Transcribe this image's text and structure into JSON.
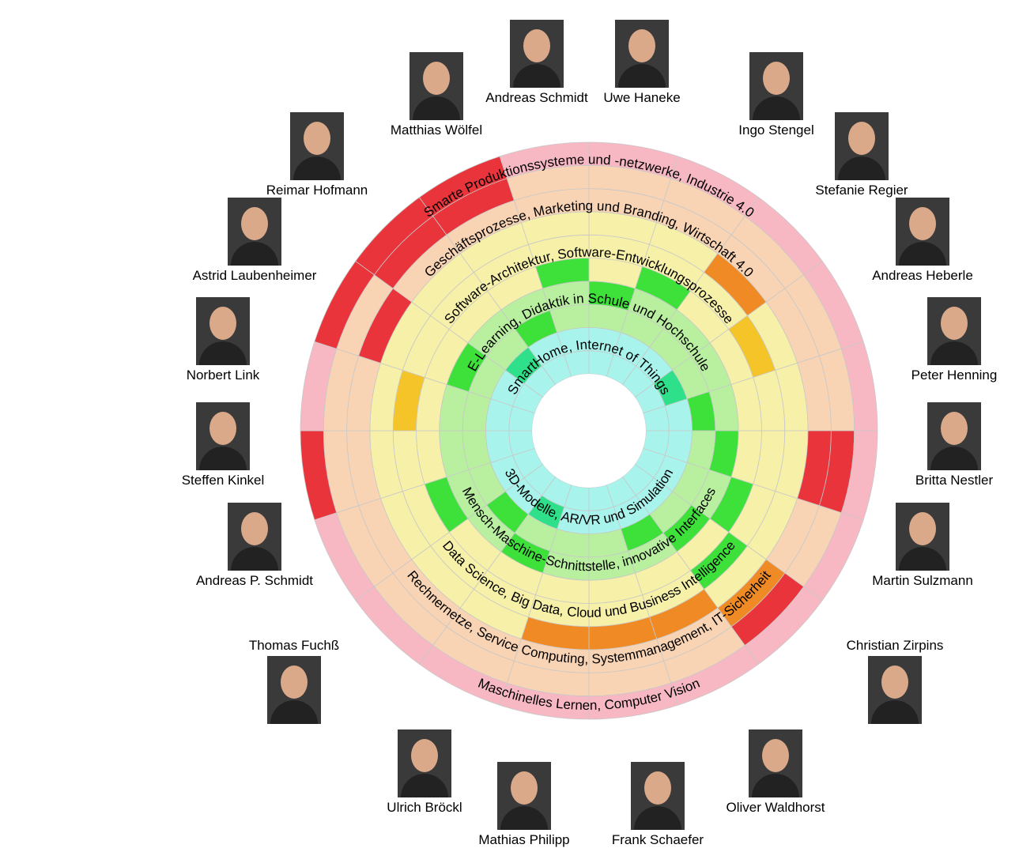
{
  "rings": [
    {
      "label": "SmartHome, Internet of Things",
      "label_side": "top"
    },
    {
      "label": "E-Learning, Didaktik in Schule und Hochschule",
      "label_side": "top"
    },
    {
      "label": "Software-Architektur, Software-Entwicklungsprozesse",
      "label_side": "top"
    },
    {
      "label": "Geschäftsprozesse, Marketing und Branding, Wirtschaft 4.0",
      "label_side": "top"
    },
    {
      "label": "Smarte Produktionssysteme und -netzwerke, Industrie 4.0",
      "label_side": "top"
    },
    {
      "label": "3D-Modelle, AR/VR und Simulation",
      "label_side": "bottom"
    },
    {
      "label": "Mensch-Maschine-Schnittstelle, innovative Interfaces",
      "label_side": "bottom"
    },
    {
      "label": "Data Science, Big Data, Cloud und Business Intelligence",
      "label_side": "bottom"
    },
    {
      "label": "Rechnernetze, Service Computing, Systemmanagement, IT-Sicherheit",
      "label_side": "bottom"
    },
    {
      "label": "Maschinelles Lernen, Computer Vision",
      "label_side": "bottom"
    }
  ],
  "people": [
    {
      "name": "Andreas Schmidt"
    },
    {
      "name": "Uwe Haneke"
    },
    {
      "name": "Ingo Stengel"
    },
    {
      "name": "Stefanie Regier"
    },
    {
      "name": "Andreas Heberle"
    },
    {
      "name": "Peter Henning"
    },
    {
      "name": "Britta Nestler"
    },
    {
      "name": "Martin Sulzmann"
    },
    {
      "name": "Christian Zirpins"
    },
    {
      "name": "Oliver Waldhorst"
    },
    {
      "name": "Frank Schaefer"
    },
    {
      "name": "Mathias Philipp"
    },
    {
      "name": "Ulrich Bröckl"
    },
    {
      "name": "Thomas Fuchß"
    },
    {
      "name": "Andreas P. Schmidt"
    },
    {
      "name": "Steffen Kinkel"
    },
    {
      "name": "Norbert Link"
    },
    {
      "name": "Astrid Laubenheimer"
    },
    {
      "name": "Reimar Hofmann"
    },
    {
      "name": "Matthias Wölfel"
    }
  ],
  "colors": {
    "level_high": "#e8343a",
    "level_orange": "#f08a24",
    "level_yellow": "#f5c428",
    "level_lightyellow": "#f6f0a8",
    "level_green": "#3ee03a",
    "level_lightgreen": "#b8f0a0",
    "level_teal": "#2fe08a",
    "level_cyan": "#a8f4ec",
    "level_pink": "#f7b8c4",
    "level_peach": "#f8d4b4"
  }
}
